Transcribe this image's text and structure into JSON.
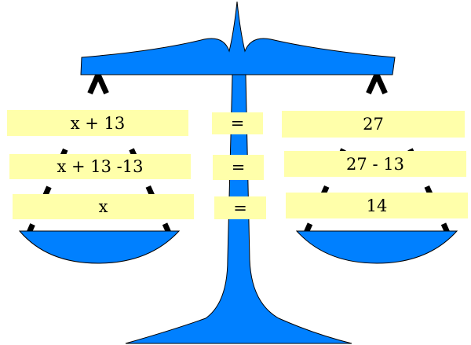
{
  "colors": {
    "scale": "#0080ff",
    "box": "#ffffaa",
    "rope": "#000000"
  },
  "rows": [
    {
      "left": "x + 13",
      "op": "=",
      "right": "27"
    },
    {
      "left": "x + 13 -13",
      "op": "=",
      "right": "27 - 13"
    },
    {
      "left": "x",
      "op": "=",
      "right": "14"
    }
  ]
}
